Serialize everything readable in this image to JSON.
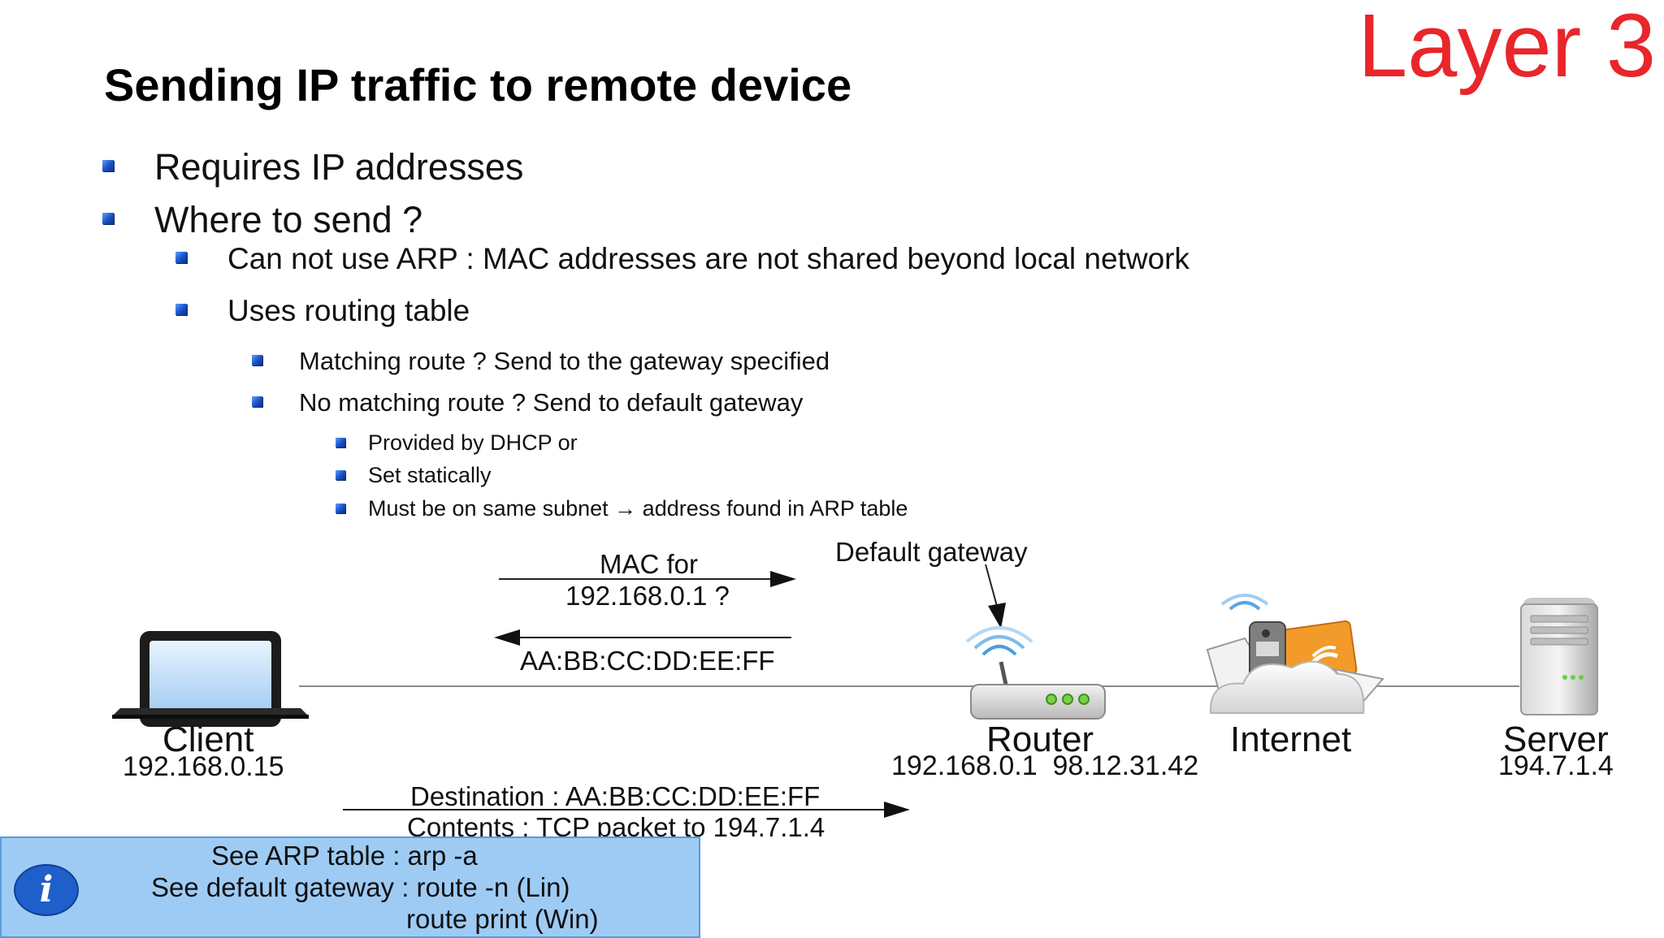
{
  "layer_label": "Layer 3",
  "title": "Sending IP traffic to remote device",
  "bullets": {
    "b1": "Requires IP addresses",
    "b2": "Where to send ?",
    "b2_1": "Can not use ARP : MAC addresses are not shared beyond local network",
    "b2_2": "Uses routing table",
    "b2_2_1": "Matching route ? Send to the gateway specified",
    "b2_2_2": "No matching route ? Send to default gateway",
    "b2_2_2_1": "Provided by DHCP or",
    "b2_2_2_2": "Set statically",
    "b2_2_2_3": "Must be on same subnet → address found in ARP table"
  },
  "diagram": {
    "default_gateway_label": "Default gateway",
    "arp_request_line1": "MAC for",
    "arp_request_line2": "192.168.0.1 ?",
    "arp_reply": "AA:BB:CC:DD:EE:FF",
    "client_name": "Client",
    "client_ip": "192.168.0.15",
    "router_name": "Router",
    "router_ips": "192.168.0.1  98.12.31.42",
    "internet_name": "Internet",
    "server_name": "Server",
    "server_ip": "194.7.1.4",
    "frame_destination": "Destination : AA:BB:CC:DD:EE:FF",
    "frame_contents": "Contents : TCP packet to 194.7.1.4"
  },
  "info": {
    "line1": "See ARP table : arp -a",
    "line2": "See default gateway : route -n (Lin)",
    "line3": "route print (Win)",
    "icon": "info-icon"
  }
}
